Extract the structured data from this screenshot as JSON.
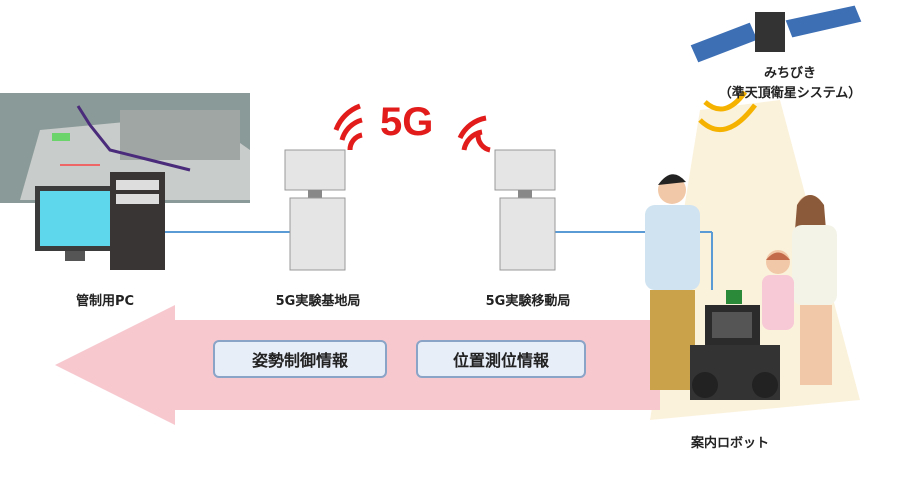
{
  "title_5g": "5G",
  "satellite": {
    "name": "みちびき",
    "description": "（準天頂衛星システム）"
  },
  "nodes": {
    "control_pc": "管制用PC",
    "base_station": "5G実験基地局",
    "mobile_station": "5G実験移動局",
    "robot": "案内ロボット"
  },
  "flow": {
    "items": [
      "姿勢制御情報",
      "位置測位情報"
    ]
  },
  "colors": {
    "signal_red": "#e21b1b",
    "arrow_pink": "#f7c9cf",
    "link_blue": "#5b9bd5",
    "box_border": "#8aa4c8"
  }
}
